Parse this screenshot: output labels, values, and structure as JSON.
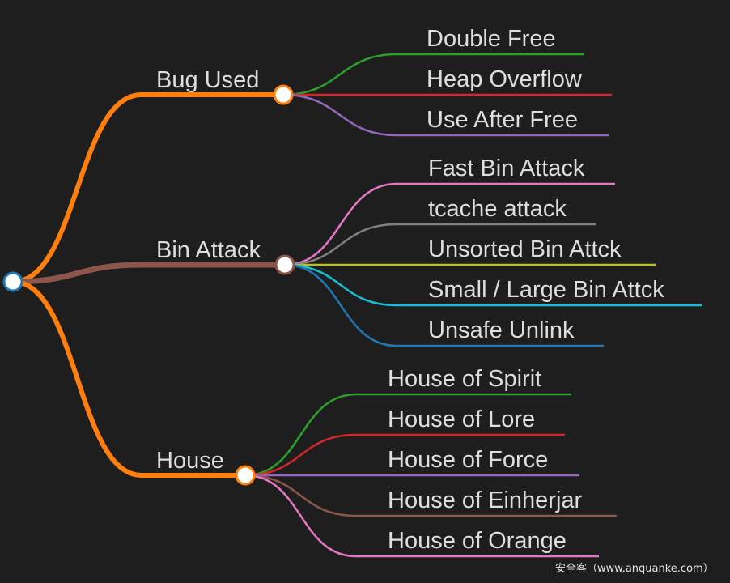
{
  "mindmap": {
    "root": {
      "color": "#1f77b4"
    },
    "branches": [
      {
        "label": "Bug Used",
        "color": "#ff7f0e",
        "children": [
          {
            "label": "Double Free",
            "color": "#2ca02c"
          },
          {
            "label": "Heap Overflow",
            "color": "#d62728"
          },
          {
            "label": "Use After Free",
            "color": "#9467bd"
          }
        ]
      },
      {
        "label": "Bin Attack",
        "color": "#8c564b",
        "children": [
          {
            "label": "Fast Bin Attack",
            "color": "#e377c2"
          },
          {
            "label": "tcache attack",
            "color": "#7f7f7f"
          },
          {
            "label": "Unsorted Bin Attck",
            "color": "#bcbd22"
          },
          {
            "label": "Small / Large Bin Attck",
            "color": "#17becf"
          },
          {
            "label": "Unsafe Unlink",
            "color": "#1f77b4"
          }
        ]
      },
      {
        "label": "House",
        "color": "#ff7f0e",
        "children": [
          {
            "label": "House of Spirit",
            "color": "#2ca02c"
          },
          {
            "label": "House of Lore",
            "color": "#d62728"
          },
          {
            "label": "House of Force",
            "color": "#9467bd"
          },
          {
            "label": "House of Einherjar",
            "color": "#8c564b"
          },
          {
            "label": "House of Orange",
            "color": "#e377c2"
          }
        ]
      }
    ]
  },
  "watermark": "安全客（www.anquanke.com）"
}
